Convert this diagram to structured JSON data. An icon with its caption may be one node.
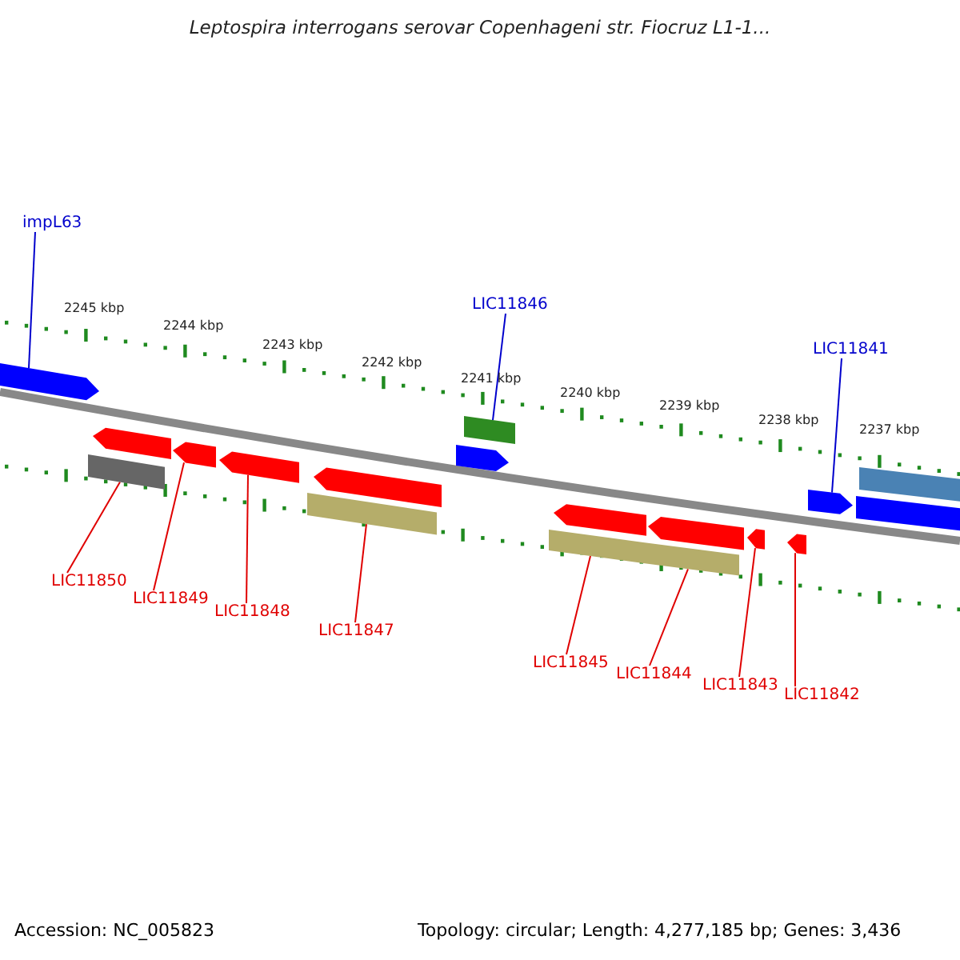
{
  "diagram": {
    "title": "Leptospira interrogans serovar Copenhageni str. Fiocruz L1-1...",
    "nodes": [
      {
        "text": [
          "impL63"
        ]
      },
      {
        "text": [
          "LIC11846"
        ]
      },
      {
        "text": [
          "LIC11841"
        ]
      },
      {
        "text": [
          "LIC11850"
        ]
      },
      {
        "text": [
          "LIC11849"
        ]
      },
      {
        "text": [
          "LIC11848"
        ]
      },
      {
        "text": [
          "LIC11847"
        ]
      },
      {
        "text": [
          "LIC11845"
        ]
      },
      {
        "text": [
          "LIC11844"
        ]
      },
      {
        "text": [
          "LIC11843"
        ]
      },
      {
        "text": [
          "LIC11842"
        ]
      },
      {
        "text": [],
        "shape": "arrow"
      },
      {
        "text": [],
        "shape": "bar"
      },
      {
        "text": [],
        "shape": "arrow"
      },
      {
        "text": [],
        "shape": "arrow"
      },
      {
        "text": [],
        "shape": "arrow"
      },
      {
        "text": [],
        "shape": "bar"
      },
      {
        "text": [],
        "shape": "arrow"
      },
      {
        "text": [],
        "shape": "arrow"
      },
      {
        "text": [],
        "shape": "bar"
      },
      {
        "text": [],
        "shape": "bar"
      },
      {
        "text": [],
        "shape": "arrow"
      },
      {
        "text": [],
        "shape": "bar"
      },
      {
        "text": [],
        "shape": "arrow"
      },
      {
        "text": [],
        "shape": "arrow"
      },
      {
        "text": [],
        "shape": "arrow"
      },
      {
        "text": [],
        "shape": "arrow"
      },
      {
        "text": [],
        "shape": "bar"
      },
      {
        "text": [],
        "shape": "bar"
      }
    ],
    "edges": [
      {
        "from": 0,
        "to": 11,
        "arrow": "none",
        "color": "#0000cc"
      },
      {
        "from": 1,
        "to": 19,
        "arrow": "none",
        "color": "#0000cc"
      },
      {
        "from": 2,
        "to": 26,
        "arrow": "none",
        "color": "#0000cc"
      },
      {
        "from": 3,
        "to": 12,
        "arrow": "none"
      },
      {
        "from": 4,
        "to": 14,
        "arrow": "none"
      },
      {
        "from": 5,
        "to": 15,
        "arrow": "none"
      },
      {
        "from": 6,
        "to": 16,
        "arrow": "none"
      },
      {
        "from": 7,
        "to": 20,
        "arrow": "none"
      },
      {
        "from": 8,
        "to": 22,
        "arrow": "none"
      },
      {
        "from": 9,
        "to": 24,
        "arrow": "none"
      },
      {
        "from": 10,
        "to": 25,
        "arrow": "none"
      }
    ],
    "labels": [
      "2245 kbp",
      "2244 kbp",
      "2243 kbp",
      "2242 kbp",
      "2241 kbp",
      "2240 kbp",
      "2239 kbp",
      "2238 kbp",
      "2237 kbp",
      "Accession: NC_005823",
      "Topology: circular; Length: 4,277,185 bp; Genes: 3,436"
    ]
  }
}
